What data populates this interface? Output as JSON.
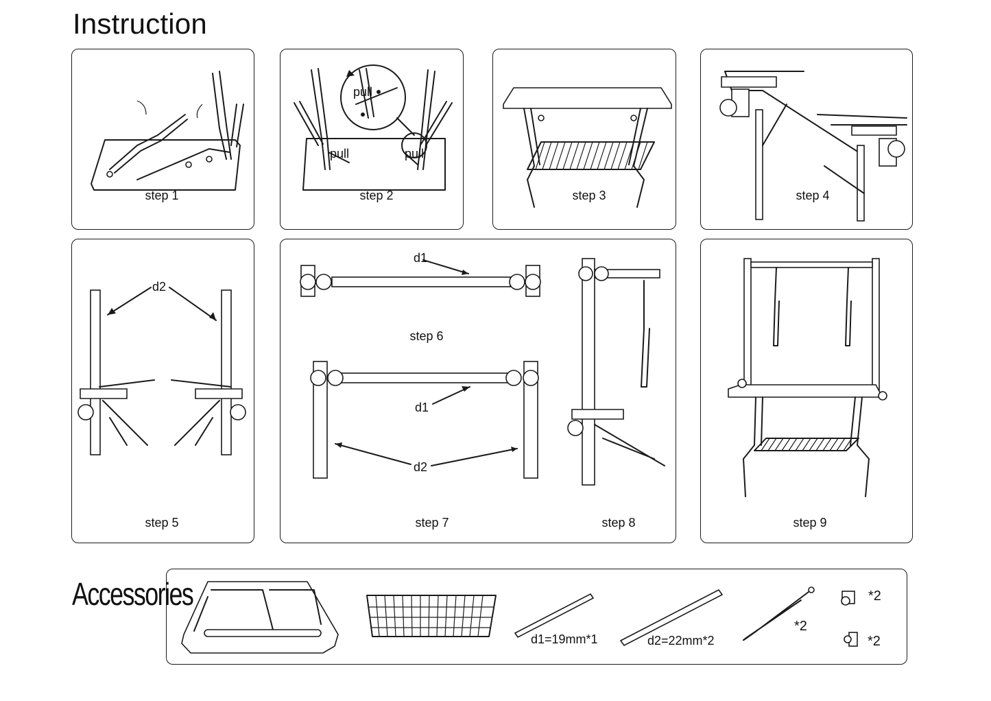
{
  "header": {
    "title": "Instruction"
  },
  "steps": [
    {
      "label": "step 1"
    },
    {
      "label": "step 2",
      "callouts": [
        "pull",
        "pull",
        "pull"
      ]
    },
    {
      "label": "step 3"
    },
    {
      "label": "step 4"
    },
    {
      "label": "step 5",
      "annotations": [
        "d2"
      ]
    },
    {
      "label": "step 6",
      "annotations": [
        "d1"
      ]
    },
    {
      "label": "step 7",
      "annotations": [
        "d1",
        "d2"
      ]
    },
    {
      "label": "step 8"
    },
    {
      "label": "step 9"
    }
  ],
  "accessories": {
    "title": "Accessories",
    "items": [
      {
        "label": ""
      },
      {
        "label": ""
      },
      {
        "label": "d1=19mm*1"
      },
      {
        "label": "d2=22mm*2"
      },
      {
        "label": "*2"
      },
      {
        "label": "*2"
      },
      {
        "label": "*2"
      }
    ]
  }
}
